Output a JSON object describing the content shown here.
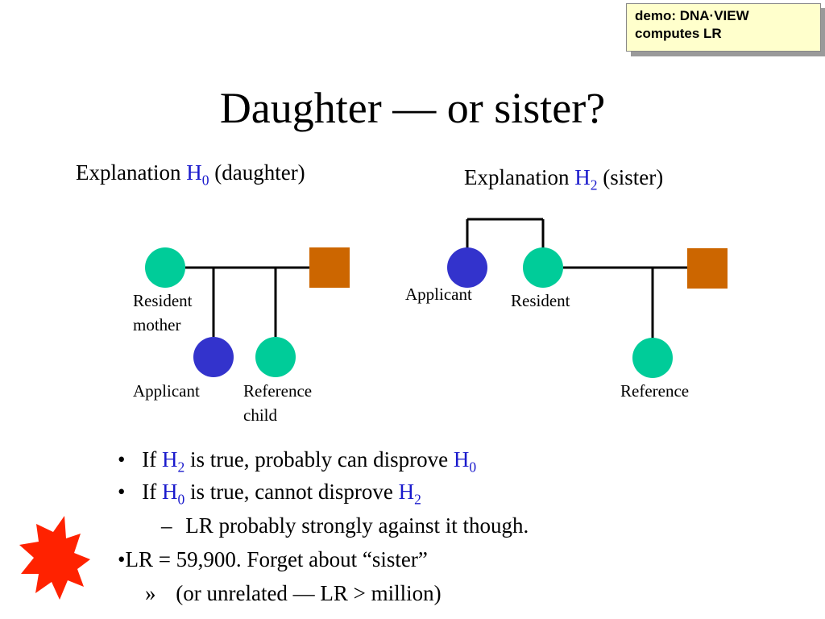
{
  "demo_box": {
    "line1": "demo: DNA·VIEW",
    "line2": "computes LR"
  },
  "title": "Daughter — or sister?",
  "left_panel": {
    "caption_prefix": "Explanation ",
    "hyp_letter": "H",
    "hyp_sub": "0",
    "caption_suffix": " (daughter)",
    "labels": {
      "resident_line1": "Resident",
      "resident_line2": "mother",
      "applicant": "Applicant",
      "reference_line1": "Reference",
      "reference_line2": "child"
    }
  },
  "right_panel": {
    "caption_prefix": "Explanation ",
    "hyp_letter": "H",
    "hyp_sub": "2",
    "caption_suffix": " (sister)",
    "labels": {
      "applicant": "Applicant",
      "resident": "Resident",
      "reference": "Reference"
    }
  },
  "bullets": {
    "b1": {
      "marker": "•",
      "pre": "If ",
      "h1": "H",
      "h1_sub": "2",
      "mid": " is true, probably can disprove ",
      "h2": "H",
      "h2_sub": "0"
    },
    "b2": {
      "marker": "•",
      "pre": "If ",
      "h1": "H",
      "h1_sub": "0",
      "mid": " is true, cannot disprove ",
      "h2": "H",
      "h2_sub": "2"
    },
    "b3": {
      "marker": "–",
      "text": "LR probably strongly against it though."
    },
    "b4": {
      "marker": "•",
      "text": "LR = 59,900. Forget about “sister”"
    },
    "b5": {
      "marker": "»",
      "text": "(or unrelated — LR > million)"
    }
  },
  "colors": {
    "female_green": "#00cc99",
    "applicant_blue": "#3333cc",
    "male_orange": "#cc6600",
    "hypothesis_blue": "#1a1acc",
    "burst_red": "#ff2200",
    "note_yellow": "#ffffcc"
  }
}
